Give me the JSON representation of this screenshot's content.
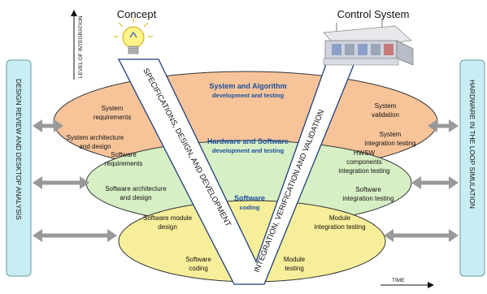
{
  "header": {
    "concept": "Concept",
    "control_system": "Control System"
  },
  "axes": {
    "y_label": "LEVEL OF INTEGRATION",
    "x_label": "TIME"
  },
  "side_panels": {
    "left": "DESIGN REVIEW AND DESKTOP ANALYSIS",
    "right": "HARDWARE IN THE LOOP SIMULATION"
  },
  "v_arms": {
    "left": "SPECIFICATIONS, DESIGN, AND DEVELOPMENT",
    "right": "INTEGRATION, VERIFICATION AND VALIDATION"
  },
  "levels": {
    "system": {
      "title_line1": "System and Algorithm",
      "title_line2": "development and testing",
      "left_items": [
        [
          "System",
          "requirements"
        ],
        [
          "System architecture",
          "and design"
        ]
      ],
      "right_items": [
        [
          "System",
          "validation"
        ],
        [
          "System",
          "integration testing"
        ]
      ]
    },
    "hwsw": {
      "title_line1": "Hardware and Software",
      "title_line2": "development and testing",
      "left_items": [
        [
          "Software",
          "requirements"
        ],
        [
          "Software architecture",
          "and design"
        ]
      ],
      "right_items": [
        [
          "HWSW",
          "components",
          "integration testing"
        ],
        [
          "Software",
          "integration testing"
        ]
      ]
    },
    "software": {
      "title_line1": "Software",
      "title_line2": "coding",
      "left_items": [
        [
          "Software module",
          "design"
        ],
        [
          "Software",
          "coding"
        ]
      ],
      "right_items": [
        [
          "Module",
          "integration testing"
        ],
        [
          "Module",
          "testing"
        ]
      ]
    }
  },
  "colors": {
    "system_ellipse": "#f7c49a",
    "hwsw_ellipse": "#d6efc4",
    "software_ellipse": "#f6ee9a",
    "side_panel": "#c8eef3",
    "title_blue": "#1d4f9c"
  }
}
